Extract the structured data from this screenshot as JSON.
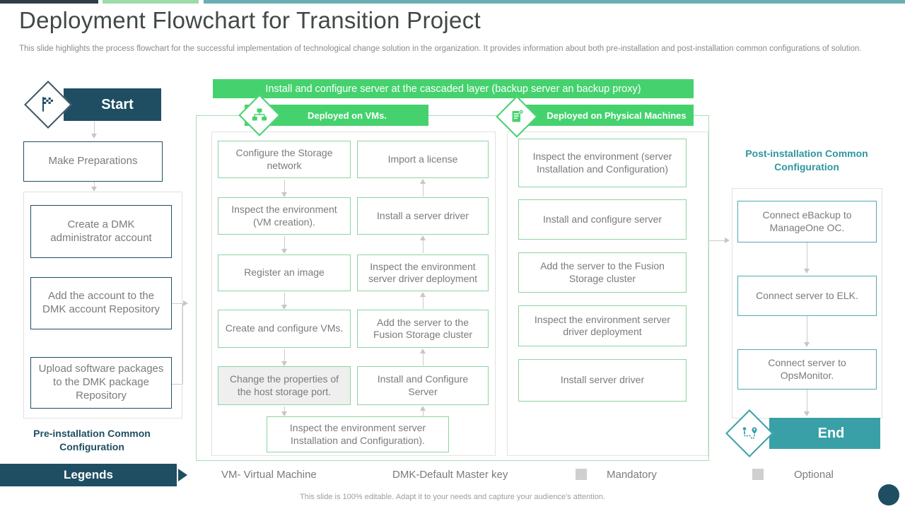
{
  "slide": {
    "title": "Deployment Flowchart for Transition Project",
    "subtitle": "This slide highlights the process flowchart for the successful implementation of technological change solution in the organization. It provides information about both pre-installation and post-installation common configurations of solution.",
    "footer": "This slide is 100% editable. Adapt it to your needs and capture your audience's attention."
  },
  "colors": {
    "navy": "#1f4e63",
    "green": "#45d26e",
    "teal": "#39a0a8",
    "pale_green_border": "#a9dcb8",
    "gray_border": "#e1e1e1",
    "gray_text": "#7b7b7b",
    "optional_fill": "#efefef",
    "strip_dark": "#2f3e46",
    "strip_green": "#9cdbaa",
    "strip_teal": "#68aeb2"
  },
  "icons": {
    "start": "checkered-flag-icon",
    "vm_header": "network-tree-icon",
    "physical_header": "document-gear-icon",
    "end": "route-pin-icon"
  },
  "start": {
    "label": "Start"
  },
  "end": {
    "label": "End"
  },
  "banner": {
    "text": "Install and configure server at the cascaded layer (backup server an backup proxy)"
  },
  "pre": {
    "prep_label": "Make Preparations",
    "steps": [
      "Create a DMK administrator account",
      "Add the account to the DMK account Repository",
      "Upload software packages to the DMK package Repository"
    ],
    "caption": "Pre-installation Common Configuration"
  },
  "vm": {
    "header": "Deployed on VMs.",
    "left": [
      "Configure the Storage network",
      "Inspect the environment (VM creation).",
      "Register an image",
      "Create and configure VMs.",
      "Change the properties of the host storage port."
    ],
    "right": [
      "Import a license",
      "Install a server driver",
      "Inspect the environment server driver deployment",
      "Add the server to the Fusion Storage cluster",
      "Install and Configure Server"
    ],
    "bottom": "Inspect the environment server Installation and Configuration)."
  },
  "physical": {
    "header": "Deployed on Physical Machines",
    "steps": [
      "Inspect the environment (server Installation and Configuration)",
      "Install and configure server",
      "Add the server to the Fusion Storage cluster",
      "Inspect the environment server driver deployment",
      "Install server driver"
    ]
  },
  "post": {
    "caption": "Post-installation Common Configuration",
    "steps": [
      "Connect eBackup to ManageOne OC.",
      "Connect server to ELK.",
      "Connect server to OpsMonitor."
    ]
  },
  "legends": {
    "title": "Legends",
    "items": [
      {
        "label": "VM- Virtual Machine",
        "swatch": false
      },
      {
        "label": "DMK-Default Master key",
        "swatch": false
      },
      {
        "label": "Mandatory",
        "swatch": true
      },
      {
        "label": "Optional",
        "swatch": true
      }
    ]
  }
}
